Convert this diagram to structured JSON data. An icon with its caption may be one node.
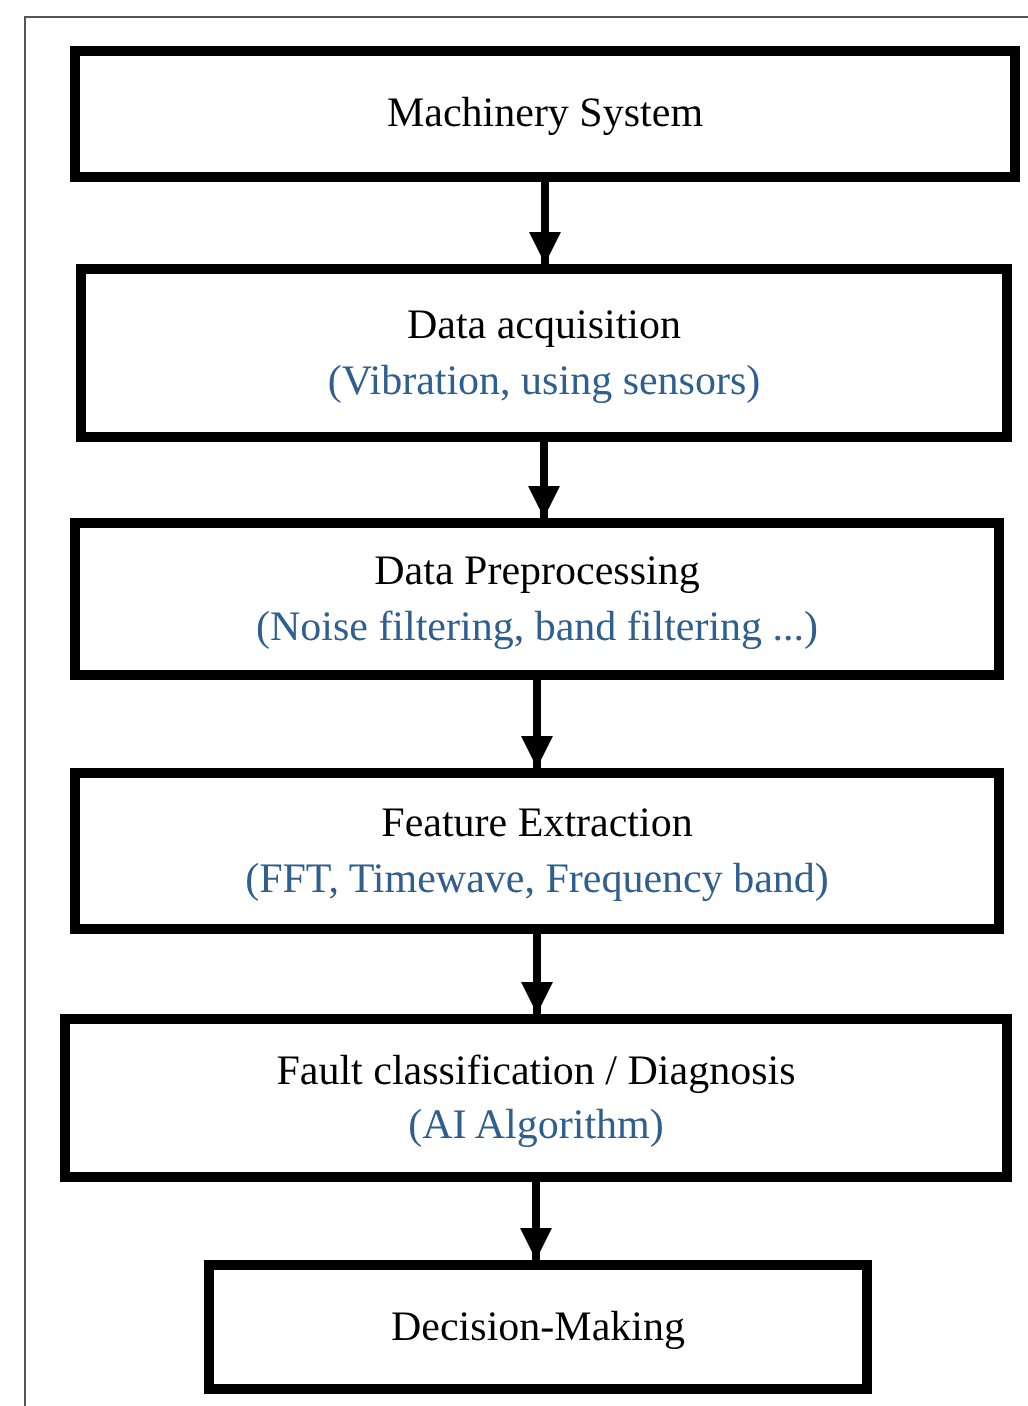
{
  "diagram": {
    "nodes": [
      {
        "text": [
          "Machinery System"
        ]
      },
      {
        "text": [
          "Data acquisition",
          "(Vibration, using sensors)"
        ]
      },
      {
        "text": [
          "Data Preprocessing",
          "(Noise filtering, band filtering ...)"
        ]
      },
      {
        "text": [
          "Feature Extraction",
          "(FFT, Timewave, Frequency band)"
        ]
      },
      {
        "text": [
          "Fault classification / Diagnosis",
          "(AI Algorithm)"
        ]
      },
      {
        "text": [
          "Decision-Making"
        ]
      }
    ],
    "edges": [
      {
        "from": 0,
        "to": 1,
        "arrow": "to"
      },
      {
        "from": 1,
        "to": 2,
        "arrow": "to"
      },
      {
        "from": 2,
        "to": 3,
        "arrow": "to"
      },
      {
        "from": 3,
        "to": 4,
        "arrow": "to"
      },
      {
        "from": 4,
        "to": 5,
        "arrow": "to"
      }
    ]
  }
}
